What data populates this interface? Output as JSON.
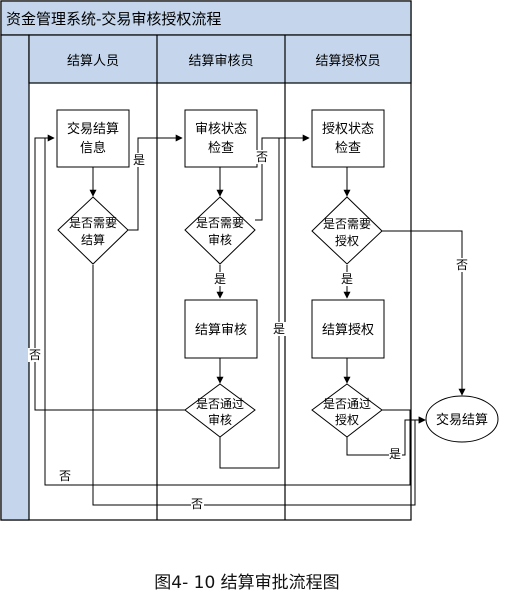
{
  "diagram": {
    "title": "资金管理系统-交易审核授权流程",
    "lanes": [
      "结算人员",
      "结算审核员",
      "结算授权员"
    ],
    "nodes": {
      "trade_info": [
        "交易结算",
        "信息"
      ],
      "need_settle": [
        "是否需要",
        "结算"
      ],
      "review_status": [
        "审核状态",
        "检查"
      ],
      "need_review": [
        "是否需要",
        "审核"
      ],
      "settle_review": "结算审核",
      "pass_review": [
        "是否通过",
        "审核"
      ],
      "auth_status": [
        "授权状态",
        "检查"
      ],
      "need_auth": [
        "是否需要",
        "授权"
      ],
      "settle_auth": "结算授权",
      "pass_auth": [
        "是否通过",
        "授权"
      ],
      "trade_settle": "交易结算"
    },
    "edge_labels": {
      "yes": "是",
      "no": "否"
    }
  },
  "caption": "图4- 10 结算审批流程图",
  "colors": {
    "header_fill": "#c5d6ec",
    "lane_bar_fill": "#c5d6ec",
    "line": "#000000"
  }
}
